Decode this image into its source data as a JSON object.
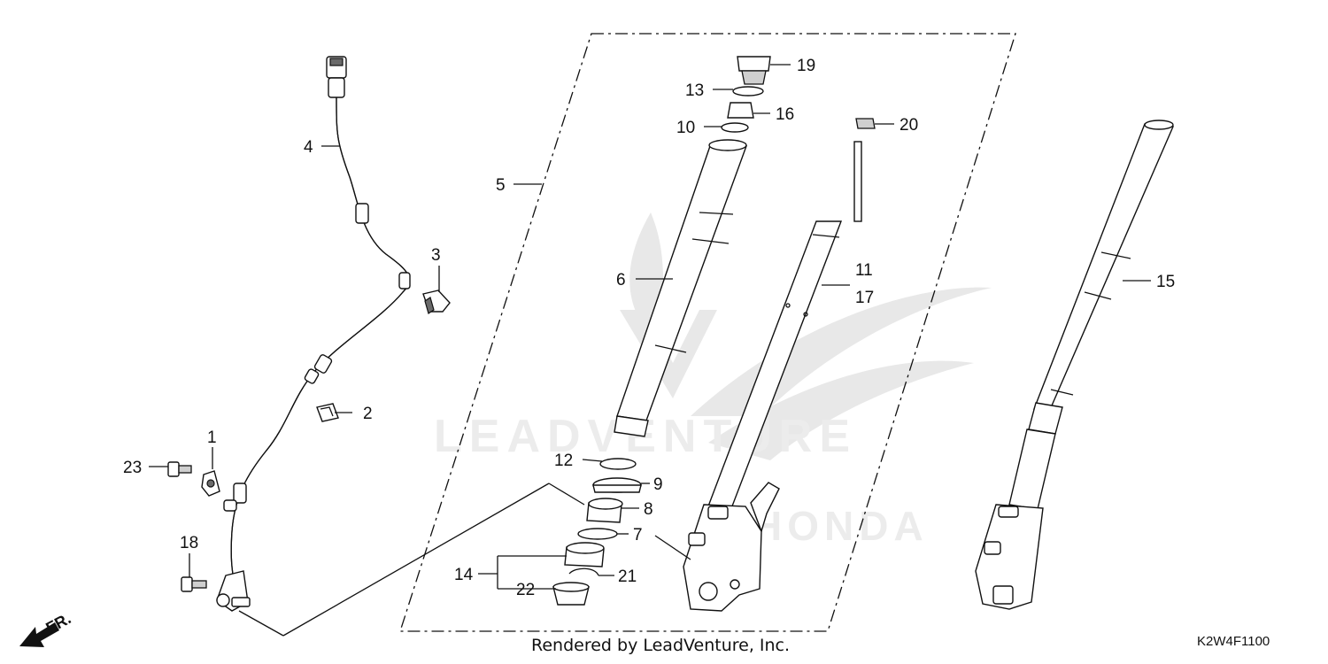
{
  "callouts": [
    {
      "id": "c1",
      "text": "1"
    },
    {
      "id": "c2",
      "text": "2"
    },
    {
      "id": "c3",
      "text": "3"
    },
    {
      "id": "c4",
      "text": "4"
    },
    {
      "id": "c5",
      "text": "5"
    },
    {
      "id": "c6",
      "text": "6"
    },
    {
      "id": "c7a",
      "text": "7"
    },
    {
      "id": "c7b",
      "text": "7"
    },
    {
      "id": "c8",
      "text": "8"
    },
    {
      "id": "c9",
      "text": "9"
    },
    {
      "id": "c10",
      "text": "10"
    },
    {
      "id": "c11",
      "text": "11"
    },
    {
      "id": "c12",
      "text": "12"
    },
    {
      "id": "c13",
      "text": "13"
    },
    {
      "id": "c14",
      "text": "14"
    },
    {
      "id": "c15",
      "text": "15"
    },
    {
      "id": "c16",
      "text": "16"
    },
    {
      "id": "c17",
      "text": "17"
    },
    {
      "id": "c18",
      "text": "18"
    },
    {
      "id": "c19",
      "text": "19"
    },
    {
      "id": "c20",
      "text": "20"
    },
    {
      "id": "c21",
      "text": "21"
    },
    {
      "id": "c22",
      "text": "22"
    },
    {
      "id": "c23",
      "text": "23"
    }
  ],
  "direction_label": "FR.",
  "watermark_text": "LEADVENTURE",
  "footer_text": "Rendered by LeadVenture, Inc.",
  "diagram_code": "K2W4F1100"
}
